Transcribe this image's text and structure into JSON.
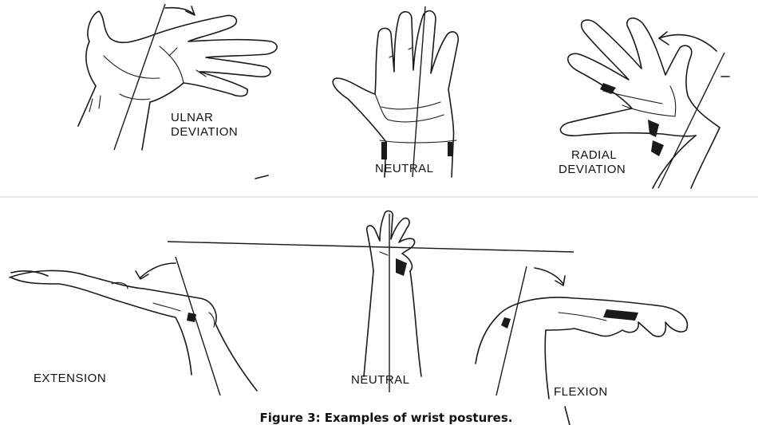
{
  "figure": {
    "panels": [
      {
        "id": "ulnar",
        "label_lines": [
          "ULNAR",
          "DEVIATION"
        ]
      },
      {
        "id": "neutral_top",
        "label_lines": [
          "NEUTRAL"
        ]
      },
      {
        "id": "radial",
        "label_lines": [
          "RADIAL",
          "DEVIATION"
        ]
      },
      {
        "id": "extension",
        "label_lines": [
          "EXTENSION"
        ]
      },
      {
        "id": "neutral_bottom",
        "label_lines": [
          "NEUTRAL"
        ]
      },
      {
        "id": "flexion",
        "label_lines": [
          "FLEXION"
        ]
      }
    ],
    "caption": "Figure 3:   Examples of wrist postures.",
    "colors": {
      "ink": "#1a1a1a",
      "divider": "#cccccc",
      "background": "#ffffff"
    }
  }
}
